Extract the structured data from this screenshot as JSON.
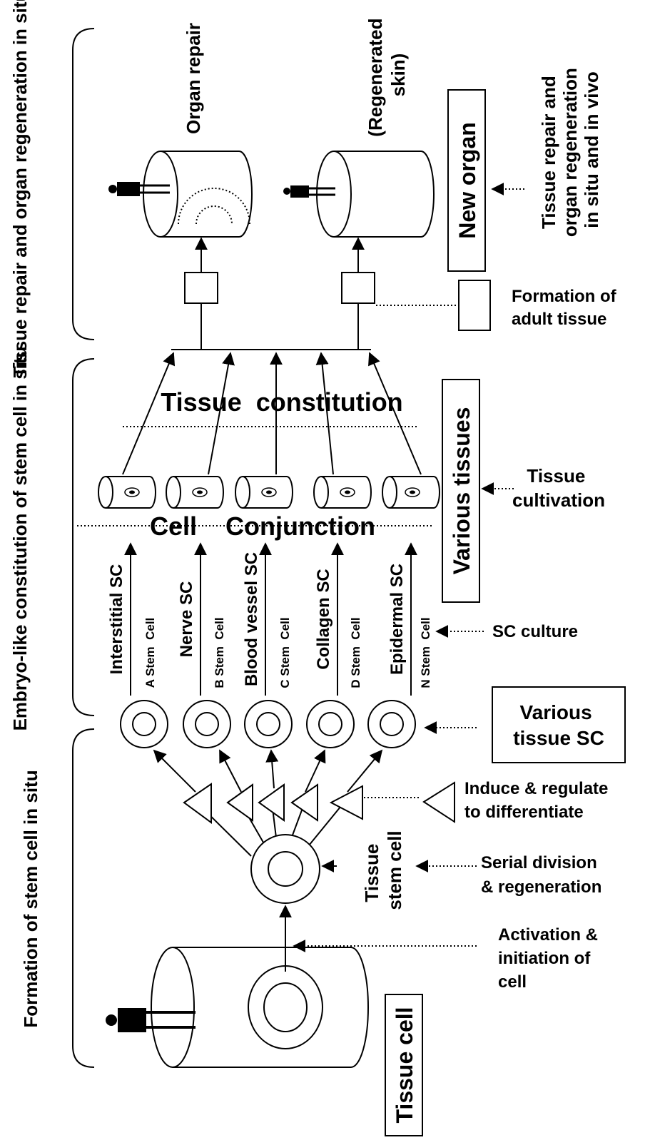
{
  "sections": {
    "top": "Tissue repair and organ regeneration in situ",
    "middle": "Embryo-like constitution of stem cell in situ",
    "bottom": "Formation of stem cell in situ"
  },
  "labels": {
    "organ_repair": "Organ repair",
    "regenerated_skin": "(Regenerated skin)",
    "new_organ": "New organ",
    "tissue_repair_note": "Tissue repair and organ regeneration in situ and in vivo",
    "formation_adult_tissue": "Formation of adult tissue",
    "tissue_constitution": "Tissue  constitution",
    "various_tissues": "Various tissues",
    "tissue_cultivation": "Tissue cultivation",
    "cell_conjunction": "Cell    Conjunction",
    "sc_culture": "SC culture",
    "various_tissue_sc": "Various tissue SC",
    "induce_regulate": "Induce & regulate to differentiate",
    "tissue_stem_cell": "Tissue stem cell",
    "serial_division": "Serial division & regeneration",
    "activation": "Activation & initiation of cell",
    "tissue_cell": "Tissue cell"
  },
  "stem_cells": [
    {
      "name": "Interstitial SC",
      "sub": "A Stem  Cell"
    },
    {
      "name": "Nerve SC",
      "sub": "B Stem  Cell"
    },
    {
      "name": "Blood vessel SC",
      "sub": "C Stem  Cell"
    },
    {
      "name": "Collagen SC",
      "sub": "D Stem  Cell"
    },
    {
      "name": "Epidermal SC",
      "sub": "N Stem  Cell"
    }
  ]
}
